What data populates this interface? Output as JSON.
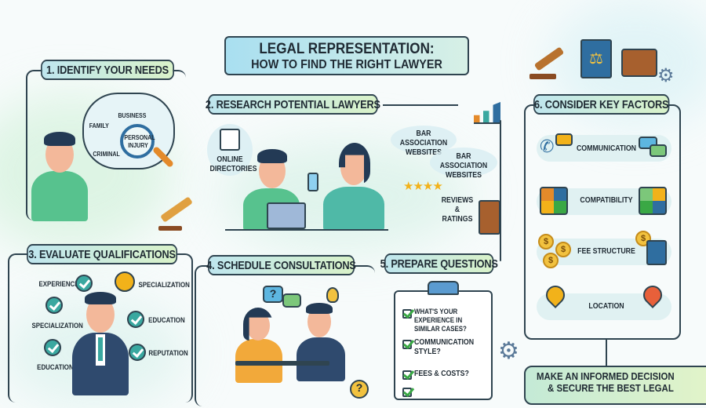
{
  "title": {
    "line1": "LEGAL REPRESENTATION:",
    "line2": "HOW TO FIND THE RIGHT LAWYER"
  },
  "steps": [
    {
      "label": "1. IDENTIFY YOUR NEEDS",
      "items": [
        "FAMILY",
        "BUSINESS",
        "CRIMINAL",
        "PERSONAL INJURY"
      ]
    },
    {
      "label": "2. RESEARCH POTENTIAL LAWYERS",
      "items": [
        "ONLINE DIRECTORIES",
        "BAR ASSOCIATION WEBSITES",
        "BAR ASSOCIATION WEBSITES",
        "REVIEWS & RATINGS"
      ]
    },
    {
      "label": "3. EVALUATE QUALIFICATIONS",
      "items": [
        "EXPERIENCE",
        "SPECIALIZATION",
        "SPECIALIZATION",
        "EDUCATION",
        "EDUCATION",
        "REPUTATION"
      ]
    },
    {
      "label": "4. SCHEDULE CONSULTATIONS"
    },
    {
      "label": "5. PREPARE QUESTIONS",
      "items": [
        "WHAT'S YOUR EXPERIENCE IN SIMILAR CASES?",
        "COMMUNICATION STYLE?",
        "FEES & COSTS?"
      ]
    },
    {
      "label": "6. CONSIDER KEY FACTORS",
      "items": [
        "COMMUNICATION",
        "COMPATIBILITY",
        "FEE STRUCTURE",
        "LOCATION"
      ]
    }
  ],
  "decision": {
    "line1": "MAKE AN INFORMED DECISION",
    "line2": "& SECURE THE BEST LEGAL"
  },
  "icons": [
    "gavel-icon",
    "law-book-icon",
    "briefcase-icon",
    "gear-icon",
    "chart-icon",
    "book-icon",
    "phone-icon",
    "chat-icon",
    "puzzle-icon",
    "coin-icon",
    "calculator-icon",
    "map-pin-icon",
    "lightbulb-icon",
    "clipboard-icon"
  ],
  "colors": {
    "border": "#2f4450",
    "label_bg_start": "#bfe6ee",
    "label_bg_end": "#d9f2c9",
    "accent_green": "#3aa845",
    "accent_teal": "#3aa8a0"
  }
}
